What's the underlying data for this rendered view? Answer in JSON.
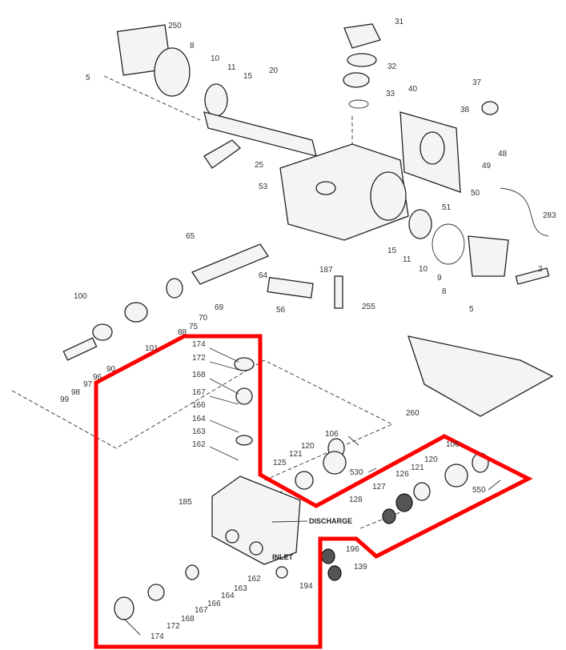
{
  "diagram": {
    "title_words": {
      "discharge": "DISCHARGE",
      "inlet": "INLET"
    },
    "highlight_color": "#ff0000",
    "parts": [
      "250",
      "8",
      "5",
      "10",
      "11",
      "15",
      "20",
      "31",
      "32",
      "33",
      "40",
      "37",
      "38",
      "48",
      "49",
      "50",
      "25",
      "53",
      "51",
      "283",
      "65",
      "15",
      "11",
      "10",
      "9",
      "2",
      "8",
      "5",
      "187",
      "64",
      "56",
      "255",
      "100",
      "69",
      "70",
      "75",
      "88",
      "101",
      "90",
      "96",
      "97",
      "98",
      "99",
      "174",
      "172",
      "168",
      "167",
      "166",
      "164",
      "163",
      "162",
      "106",
      "120",
      "121",
      "125",
      "530",
      "260",
      "106",
      "120",
      "121",
      "126",
      "127",
      "128",
      "550",
      "185",
      "196",
      "139",
      "194",
      "162",
      "163",
      "164",
      "166",
      "167",
      "168",
      "172",
      "174"
    ]
  }
}
